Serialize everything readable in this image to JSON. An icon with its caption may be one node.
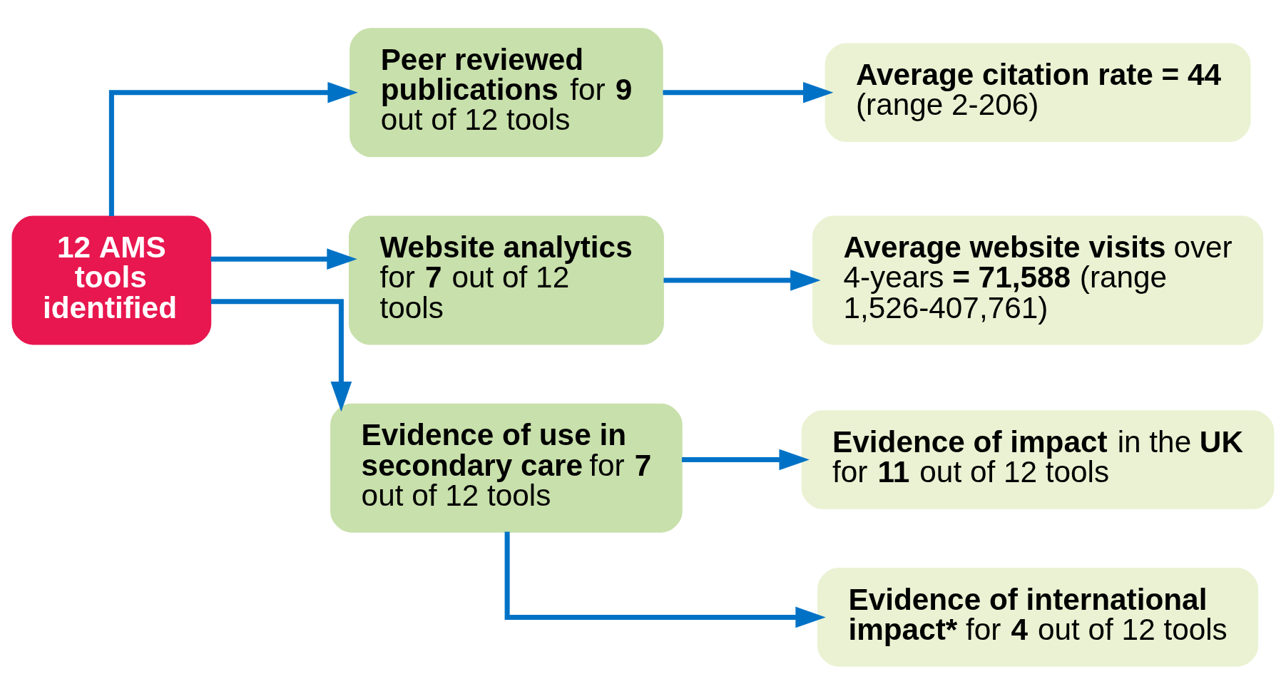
{
  "diagram": {
    "nodes": [
      {
        "text": [
          "12 AMS tools identified"
        ]
      },
      {
        "text": [
          "**Peer reviewed publications** for **9** out of 12 tools"
        ]
      },
      {
        "text": [
          "**Website analytics** for **7** out of 12 tools"
        ]
      },
      {
        "text": [
          "**Evidence of use in secondary care** for **7** out of 12 tools"
        ]
      },
      {
        "text": [
          "**Average citation rate = 44** (range 2-206)"
        ]
      },
      {
        "text": [
          "**Average website visits** over 4-years **= 71,588** (range 1,526-407,761)"
        ]
      },
      {
        "text": [
          "**Evidence of impact** in the **UK** for **11** out of 12 tools"
        ]
      },
      {
        "text": [
          "**Evidence of international impact*** for **4** out of 12 tools"
        ]
      }
    ],
    "edges": [
      {
        "from": 0,
        "to": 1,
        "arrow": "to"
      },
      {
        "from": 0,
        "to": 2,
        "arrow": "to"
      },
      {
        "from": 0,
        "to": 3,
        "arrow": "to"
      },
      {
        "from": 1,
        "to": 4,
        "arrow": "to"
      },
      {
        "from": 2,
        "to": 5,
        "arrow": "to"
      },
      {
        "from": 3,
        "to": 6,
        "arrow": "to"
      },
      {
        "from": 3,
        "to": 7,
        "arrow": "to"
      }
    ]
  }
}
